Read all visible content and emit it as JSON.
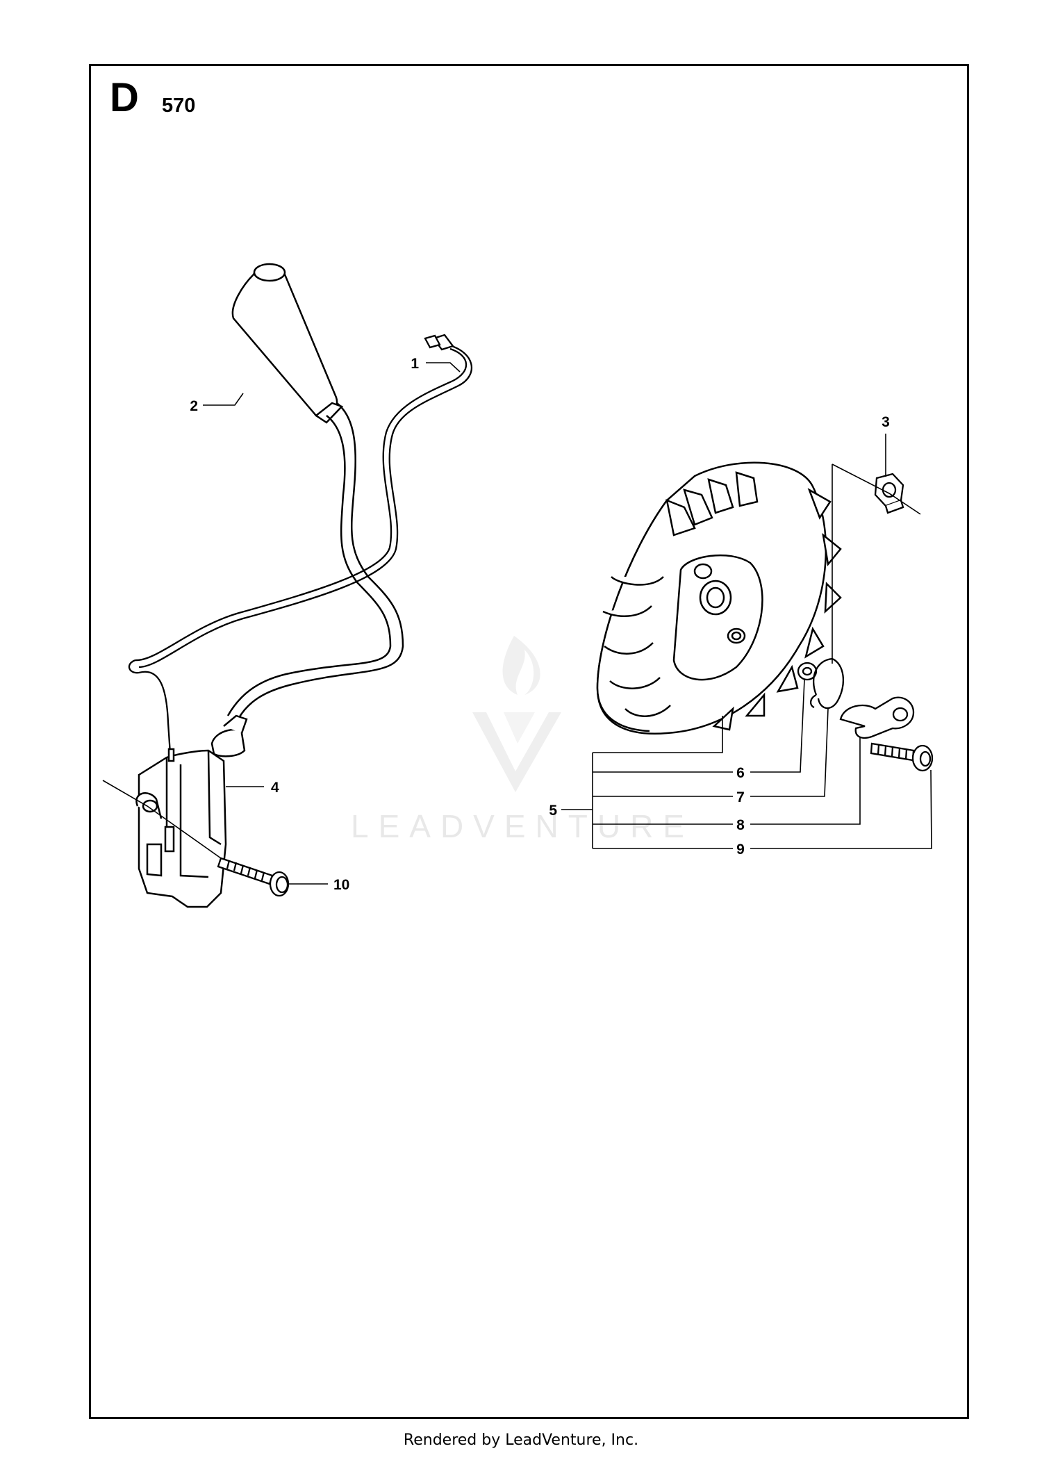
{
  "diagram": {
    "section_letter": "D",
    "model": "570",
    "watermark": "LEADVENTURE",
    "callouts": [
      "1",
      "2",
      "3",
      "4",
      "5",
      "6",
      "7",
      "8",
      "9",
      "10"
    ]
  },
  "footer": "Rendered by LeadVenture, Inc."
}
